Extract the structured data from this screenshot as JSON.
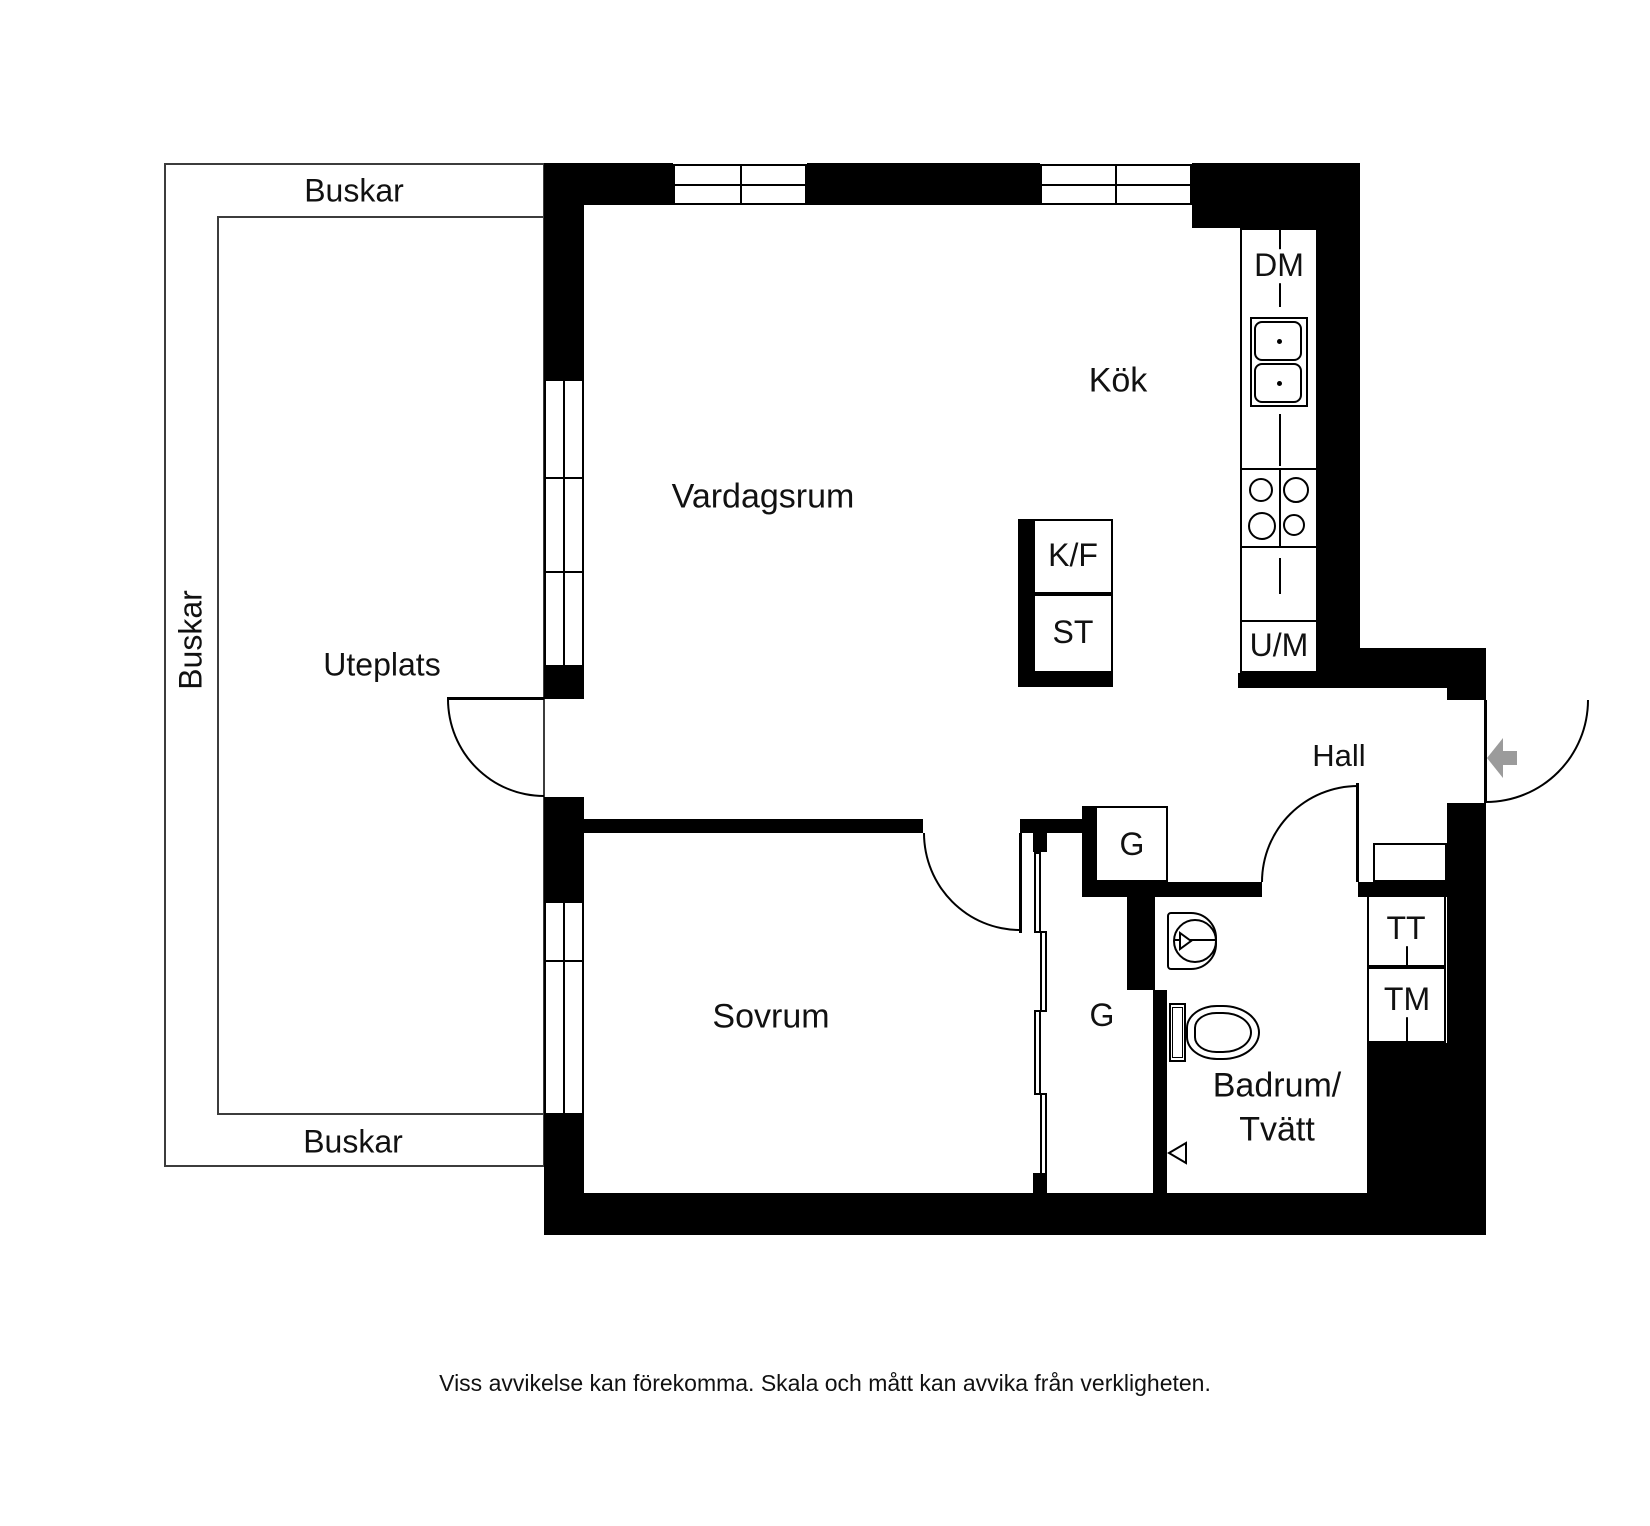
{
  "plan": {
    "outdoor": {
      "buskar_top": "Buskar",
      "buskar_left": "Buskar",
      "buskar_bottom": "Buskar",
      "uteplats": "Uteplats"
    },
    "rooms": {
      "vardagsrum": "Vardagsrum",
      "kok": "Kök",
      "sovrum": "Sovrum",
      "hall": "Hall",
      "badrum_line1": "Badrum/",
      "badrum_line2": "Tvätt"
    },
    "fixtures": {
      "dm": "DM",
      "kf": "K/F",
      "st": "ST",
      "um": "U/M",
      "g_hall": "G",
      "g_wardrobe": "G",
      "tt": "TT",
      "tm": "TM"
    },
    "icons": {
      "entrance_arrow": "left-pointing solid arrow",
      "floor_drain": "left-pointing outlined triangle",
      "basin_tap": "right-pointing triangle",
      "door_swing": "quarter-circle arc"
    }
  },
  "footer": {
    "disclaimer": "Viss avvikelse kan förekomma. Skala och mått kan avvika från verkligheten."
  },
  "colors": {
    "wall": "#000000",
    "line": "#000000",
    "thinline": "#3c3c3c",
    "arrow": "#9b9b9b",
    "bg": "#ffffff"
  }
}
